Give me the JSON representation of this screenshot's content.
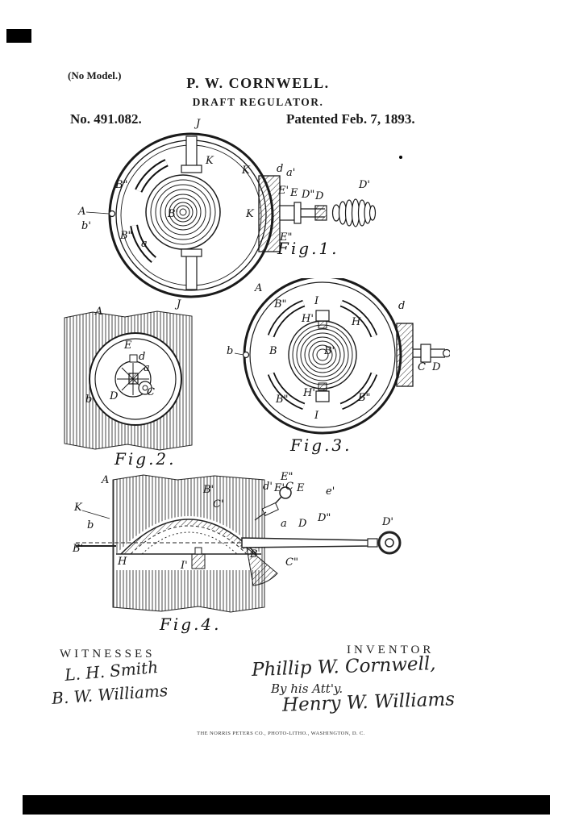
{
  "page": {
    "no_model": "(No Model.)",
    "author": "P. W. CORNWELL.",
    "doc_title": "DRAFT REGULATOR.",
    "patent_number": "No. 491.082.",
    "patent_date": "Patented Feb. 7, 1893."
  },
  "figures": {
    "fig1": {
      "caption": "Fig.1.",
      "refs": [
        "J",
        "K",
        "K",
        "K",
        "B\"",
        "B'",
        "A",
        "b'",
        "B\"",
        "a",
        "J",
        "d",
        "a'",
        "E'",
        "E",
        "D\"",
        "D",
        "D'",
        "E\""
      ]
    },
    "fig2": {
      "caption": "Fig.2.",
      "refs": [
        "A",
        "E",
        "d",
        "a",
        "C",
        "D",
        "b"
      ]
    },
    "fig3": {
      "caption": "Fig.3.",
      "refs": [
        "A",
        "B\"",
        "I",
        "H'",
        "H",
        "B'",
        "B",
        "b",
        "d",
        "C",
        "D",
        "B\"",
        "B\"",
        "H'",
        "I"
      ]
    },
    "fig4": {
      "caption": "Fig.4.",
      "refs": [
        "A",
        "K",
        "b",
        "B'",
        "C'",
        "B'",
        "H",
        "I'",
        "B",
        "C\"",
        "E\"",
        "d'",
        "E'",
        "C",
        "E",
        "e'",
        "a",
        "D",
        "D\"",
        "D'"
      ]
    }
  },
  "footer": {
    "witnesses_heading": "WITNESSES",
    "inventor_heading": "INVENTOR",
    "witness_signature_1": "L. H. Smith",
    "witness_signature_2": "B. W. Williams",
    "inventor_signature": "Phillip W. Cornwell,",
    "attorney_line": "By his Att'y.",
    "attorney_signature": "Henry W. Williams",
    "printer_line": "THE NORRIS PETERS CO., PHOTO-LITHO., WASHINGTON, D. C."
  }
}
